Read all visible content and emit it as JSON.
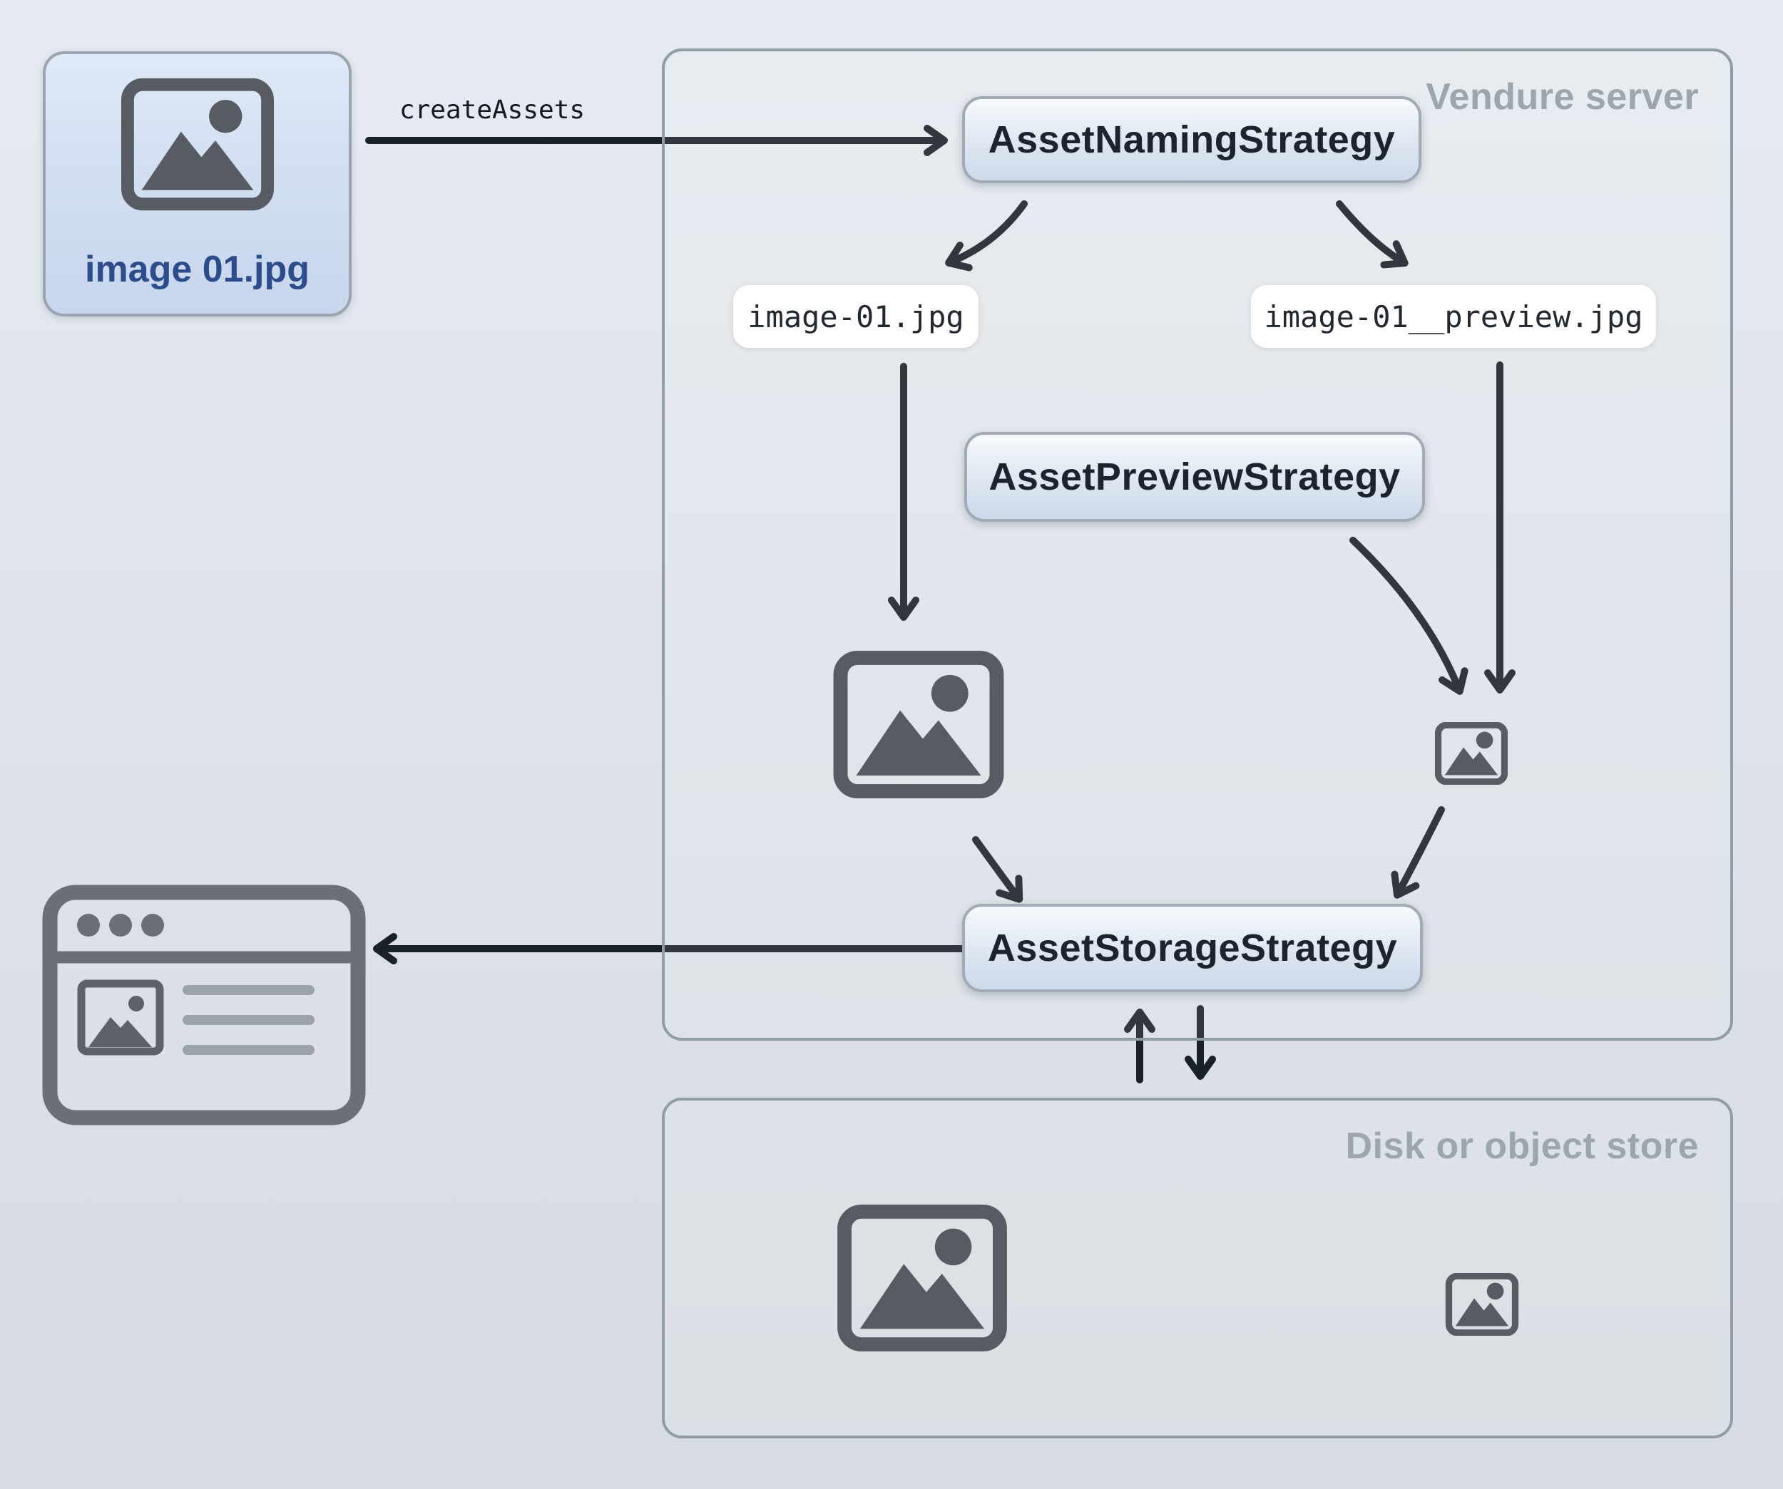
{
  "upload": {
    "filename": "image 01.jpg"
  },
  "flow": {
    "create_assets_label": "createAssets"
  },
  "vendure_server": {
    "title": "Vendure server",
    "nodes": {
      "naming": "AssetNamingStrategy",
      "preview": "AssetPreviewStrategy",
      "storage": "AssetStorageStrategy"
    },
    "files": {
      "original": "image-01.jpg",
      "preview": "image-01__preview.jpg"
    }
  },
  "disk_store": {
    "title": "Disk or object store"
  },
  "icons": {
    "upload_image": "image-icon",
    "original_asset": "image-icon",
    "preview_asset": "image-icon",
    "stored_original": "image-icon",
    "stored_preview": "image-icon",
    "storefront_browser": "browser-window-icon"
  },
  "colors": {
    "background_top": "#e6ebf1",
    "background_bottom": "#d6dce2",
    "container_border": "#929ca4",
    "container_title": "#9da6ad",
    "node_border": "#a2abb5",
    "node_fill_top": "#f7fafd",
    "node_fill_bottom": "#ccd9ea",
    "node_text": "#1c2430",
    "upload_fill_top": "#dfe9f7",
    "upload_fill_bottom": "#c7d6ee",
    "upload_label_text": "#2c4c8c",
    "pill_background": "#ffffff",
    "pill_text": "#22282f",
    "arrow": "#1b2128",
    "icon_gray": "#565c62",
    "browser_gray": "#6b7076"
  }
}
